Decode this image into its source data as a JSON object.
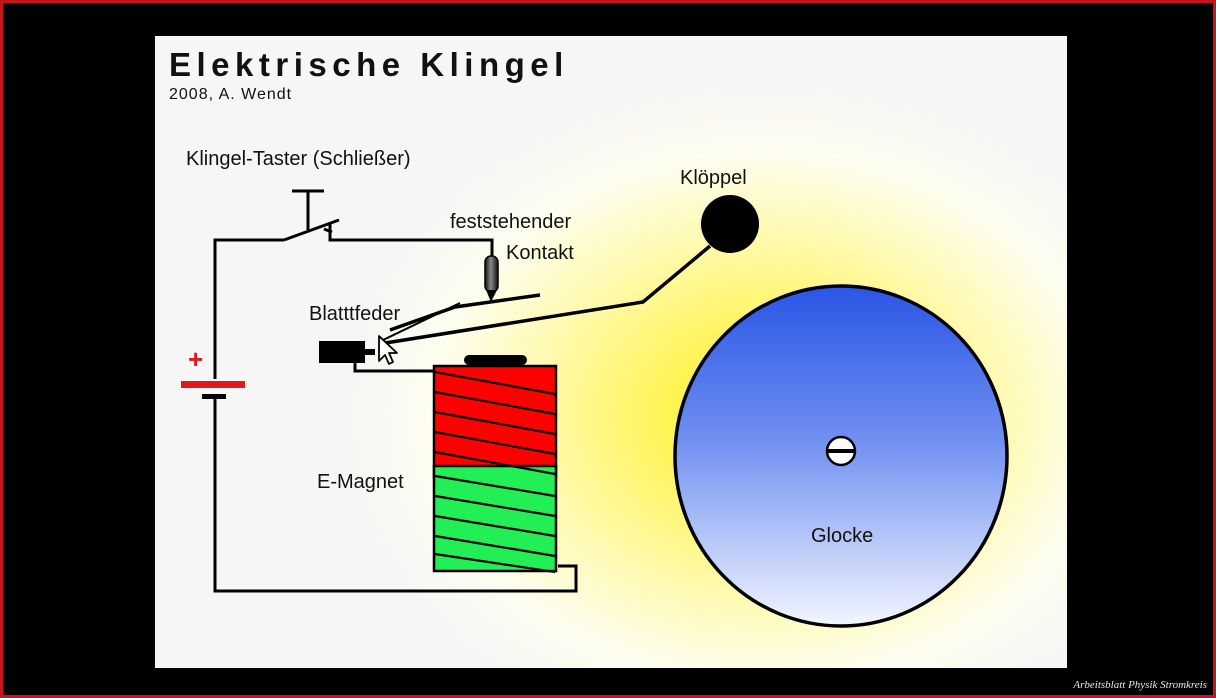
{
  "title": "Elektrische Klingel",
  "subtitle": "2008,  A. Wendt",
  "labels": {
    "switch": "Klingel-Taster (Schließer)",
    "contact_line1": "feststehender",
    "contact_line2": "Kontakt",
    "clapper": "Klöppel",
    "spring": "Blatttfeder",
    "magnet": "E-Magnet",
    "bell": "Glocke",
    "plus": "+"
  },
  "watermark": "Arbeitsblatt Physik Stromkreis",
  "colors": {
    "wire": "#000000",
    "battery": "#e01a1a",
    "coil_top": "#ff0000",
    "coil_bottom": "#22ee55",
    "bell_top": "#2a55e6",
    "bell_bottom": "#f2f6ff",
    "frame": "#c8141c"
  },
  "icons": [
    "mouse-cursor-icon",
    "screw-icon"
  ]
}
